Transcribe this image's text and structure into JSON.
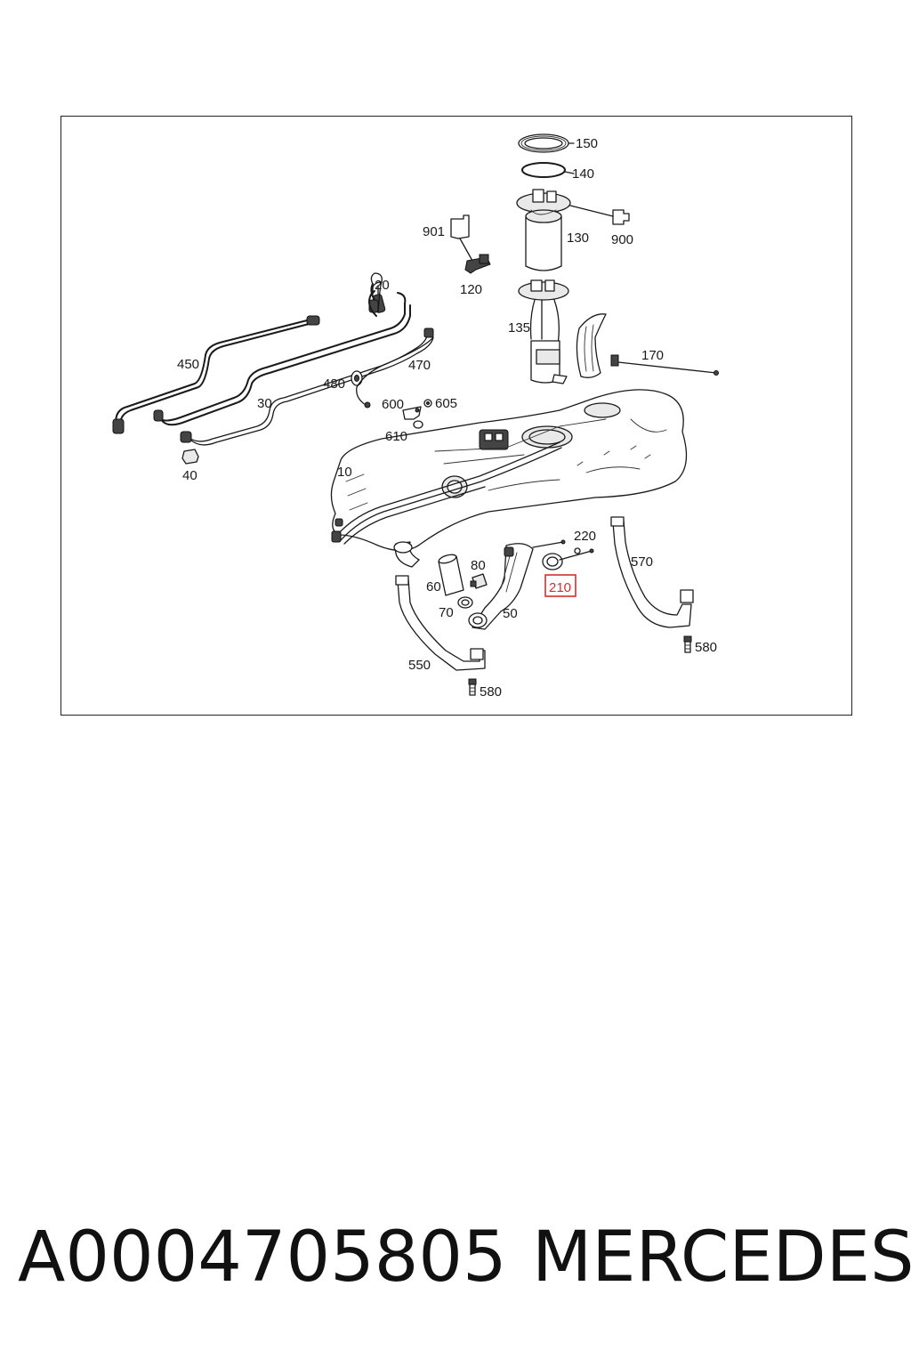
{
  "diagram": {
    "callouts": {
      "c150": "150",
      "c140": "140",
      "c130": "130",
      "c900": "900",
      "c901": "901",
      "c120": "120",
      "c135": "135",
      "c170": "170",
      "c20": "20",
      "c450": "450",
      "c470": "470",
      "c480": "480",
      "c30": "30",
      "c600": "600",
      "c605": "605",
      "c610": "610",
      "c40": "40",
      "c10": "10",
      "c220": "220",
      "c570": "570",
      "c80": "80",
      "c60": "60",
      "c210": "210",
      "c70": "70",
      "c50": "50",
      "c550": "550",
      "c580a": "580",
      "c580b": "580"
    },
    "highlighted_callout": "210",
    "highlight_color": "#d32f2f"
  },
  "caption": {
    "part_number": "A0004705805",
    "brand": "MERCEDES"
  }
}
